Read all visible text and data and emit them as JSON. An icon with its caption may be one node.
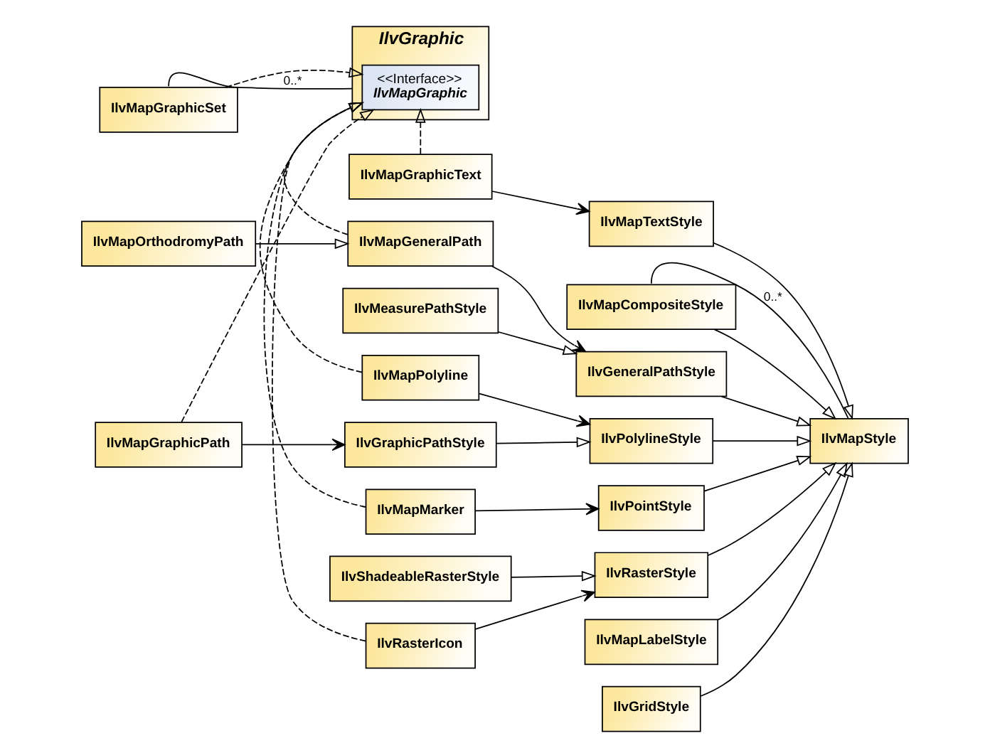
{
  "diagram": {
    "nodes": [
      {
        "text": [
          "IlvGraphic"
        ]
      },
      {
        "text": [
          "<<Interface>>",
          "IlvMapGraphic"
        ],
        "in": 0
      },
      {
        "text": [
          "IlvMapGraphicSet"
        ]
      },
      {
        "text": [
          "IlvMapPolyline"
        ]
      },
      {
        "text": [
          "IlvMapGraphicPath"
        ]
      },
      {
        "text": [
          "IlvMapGraphicText"
        ]
      },
      {
        "text": [
          "IlvMapGeneralPath"
        ]
      },
      {
        "text": [
          "IlvMapOrthodromyPath"
        ]
      },
      {
        "text": [
          "IlvMapMarker"
        ]
      },
      {
        "text": [
          "IlvRasterIcon"
        ]
      },
      {
        "text": [
          "IlvMapCompositeStyle"
        ]
      },
      {
        "text": [
          "IlvPolylineStyle"
        ]
      },
      {
        "text": [
          "IlvGraphicPathStyle"
        ]
      },
      {
        "text": [
          "IlvMapTextStyle"
        ]
      },
      {
        "text": [
          "IlvGeneralPathStyle"
        ]
      },
      {
        "text": [
          "IlvMeasurePathStyle"
        ]
      },
      {
        "text": [
          "IlvPointStyle"
        ]
      },
      {
        "text": [
          "IlvRasterStyle"
        ]
      },
      {
        "text": [
          "IlvShadeableRasterStyle"
        ]
      },
      {
        "text": [
          "IlvMapStyle"
        ]
      },
      {
        "text": [
          "IlvMapLabelStyle"
        ]
      },
      {
        "text": [
          "IlvGridStyle"
        ]
      }
    ],
    "edges": [
      {
        "from": 2,
        "to": 1,
        "arrow": "to",
        "style": "dashed"
      },
      {
        "from": 3,
        "to": 1,
        "arrow": "to",
        "style": "dashed"
      },
      {
        "from": 4,
        "to": 1,
        "arrow": "to",
        "style": "dashed"
      },
      {
        "from": 5,
        "to": 1,
        "arrow": "to",
        "style": "dashed"
      },
      {
        "from": 6,
        "to": 1,
        "arrow": "to",
        "style": "dashed"
      },
      {
        "from": 8,
        "to": 1,
        "arrow": "to",
        "style": "dashed"
      },
      {
        "from": 9,
        "to": 1,
        "arrow": "to",
        "style": "dashed"
      },
      {
        "from": 2,
        "to": 0,
        "arrow": "none",
        "label": "0..*"
      },
      {
        "from": 3,
        "to": 11,
        "arrow": "to"
      },
      {
        "from": 4,
        "to": 12,
        "arrow": "to"
      },
      {
        "from": 5,
        "to": 13,
        "arrow": "to"
      },
      {
        "from": 6,
        "to": 14,
        "arrow": "to"
      },
      {
        "from": 7,
        "to": 6,
        "arrow": "to"
      },
      {
        "from": 8,
        "to": 16,
        "arrow": "to"
      },
      {
        "from": 9,
        "to": 17,
        "arrow": "to"
      },
      {
        "from": 12,
        "to": 11,
        "arrow": "to"
      },
      {
        "from": 15,
        "to": 14,
        "arrow": "to"
      },
      {
        "from": 18,
        "to": 17,
        "arrow": "to"
      },
      {
        "from": 10,
        "to": 19,
        "arrow": "to"
      },
      {
        "from": 11,
        "to": 19,
        "arrow": "to"
      },
      {
        "from": 13,
        "to": 19,
        "arrow": "to"
      },
      {
        "from": 14,
        "to": 19,
        "arrow": "to"
      },
      {
        "from": 16,
        "to": 19,
        "arrow": "to"
      },
      {
        "from": 17,
        "to": 19,
        "arrow": "to"
      },
      {
        "from": 10,
        "to": 19,
        "arrow": "none",
        "label": "0..*"
      },
      {
        "from": 20,
        "to": 19,
        "arrow": "to"
      },
      {
        "from": 21,
        "to": 19,
        "arrow": "to"
      }
    ]
  }
}
